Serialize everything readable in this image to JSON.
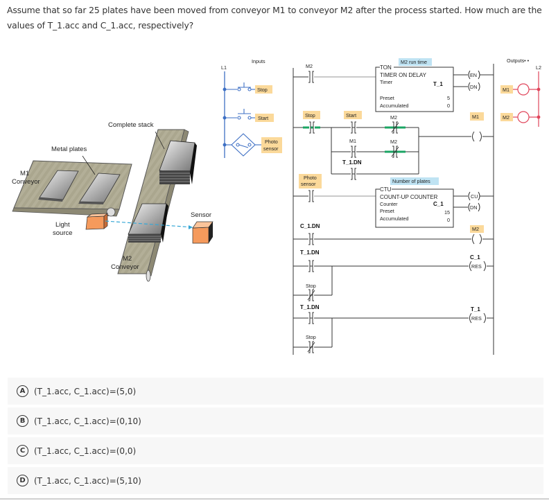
{
  "question": {
    "text": "Assume that so far 25 plates have been moved from conveyor M1 to conveyor M2 after the process started. How much are the values of T_1.acc and C_1.acc, respectively?"
  },
  "figure": {
    "machine": {
      "complete_stack": "Complete stack",
      "metal_plates": "Metal plates",
      "m1_conveyor_line1": "M1",
      "m1_conveyor_line2": "Conveyor",
      "m2_conveyor_line1": "M2",
      "m2_conveyor_line2": "Conveyor",
      "light_source_line1": "Light",
      "light_source_line2": "source",
      "sensor": "Sensor"
    },
    "inputs": {
      "title": "Inputs",
      "rail": "L1",
      "items": [
        "Stop",
        "Start",
        "Photo",
        "sensor"
      ]
    },
    "outputs": {
      "title": "Outputs• •",
      "rail": "L2",
      "items": [
        "M1",
        "M2"
      ]
    },
    "ladder": {
      "rung1": {
        "contact": "M2",
        "block_tag": "M2 run time",
        "block_type": "TON",
        "block_name": "TIMER ON DELAY",
        "row1_label": "Timer",
        "row1_value": "T_1",
        "row2_label": "Preset",
        "row2_value": "5",
        "row3_label": "Accumulated",
        "row3_value": "0",
        "out1": "EN",
        "out2": "DN"
      },
      "rung2": {
        "stop": "Stop",
        "start": "Start",
        "m1": "M1",
        "t1dn": "T_1.DN",
        "m2a": "M2",
        "m2b": "M2",
        "coil": "M1"
      },
      "rung3": {
        "contact_line1": "Photo",
        "contact_line2": "sensor",
        "block_tag": "Number of plates",
        "block_type": "CTU",
        "block_name": "COUNT-UP COUNTER",
        "row1_label": "Counter",
        "row1_value": "C_1",
        "row2_label": "Preset",
        "row2_value": "15",
        "row3_label": "Accumulated",
        "row3_value": "0",
        "out1": "CU",
        "out2": "DN"
      },
      "rung4": {
        "contact": "C_1.DN",
        "coil": "M2"
      },
      "rung5": {
        "contact": "T_1.DN",
        "branch": "Stop",
        "coil_tag": "C_1",
        "coil": "RES"
      },
      "rung6": {
        "contact": "T_1.DN",
        "branch": "Stop",
        "coil_tag": "T_1",
        "coil": "RES"
      }
    }
  },
  "options": [
    {
      "letter": "A",
      "text": "(T_1.acc, C_1.acc)=(5,0)"
    },
    {
      "letter": "B",
      "text": "(T_1.acc, C_1.acc)=(0,10)"
    },
    {
      "letter": "C",
      "text": "(T_1.acc, C_1.acc)=(0,0)"
    },
    {
      "letter": "D",
      "text": "(T_1.acc, C_1.acc)=(5,10)"
    }
  ],
  "colors": {
    "tag_highlight": "#fbd99a",
    "block_tag_highlight": "#bfe3f3",
    "energized_green": "#1aa563",
    "input_blue": "#3d6fc4",
    "output_red": "#e0445a",
    "conveyor": "#a9a48c",
    "box_orange": "#f59a5c"
  }
}
